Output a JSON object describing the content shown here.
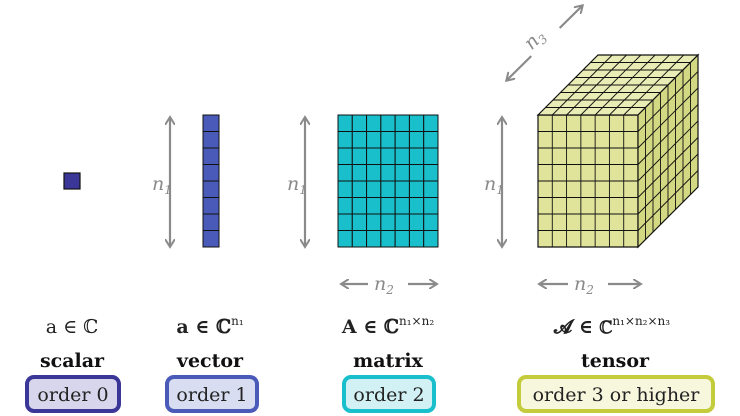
{
  "colors": {
    "scalar": "#3b3799",
    "vector": "#4a5ab8",
    "matrix": "#19c0cc",
    "tensor": "#dfe49a",
    "arrow": "#8a8a8a"
  },
  "objects": [
    {
      "id": "scalar",
      "math": "a ∈ ℂ",
      "name": "scalar",
      "order": "order 0",
      "badge_fill": "#d8d6ec",
      "badge_border": "#3b3799"
    },
    {
      "id": "vector",
      "math_base": "a ∈ ℂ",
      "math_sup": "n₁",
      "name": "vector",
      "order": "order 1",
      "badge_fill": "#d9ddf2",
      "badge_border": "#4a5ab8"
    },
    {
      "id": "matrix",
      "math_base": "A ∈ ℂ",
      "math_sup": "n₁×n₂",
      "name": "matrix",
      "order": "order 2",
      "badge_fill": "#d2f1f4",
      "badge_border": "#19c0cc"
    },
    {
      "id": "tensor",
      "math_base": "𝓐 ∈ ℂ",
      "math_sup": "n₁×n₂×n₃",
      "name": "tensor",
      "order": "order 3 or higher",
      "badge_fill": "#f6f7dd",
      "badge_border": "#c4cc3c"
    }
  ],
  "dims": {
    "n1": "n",
    "n1_sub": "1",
    "n2": "n",
    "n2_sub": "2",
    "n3": "n",
    "n3_sub": "3"
  },
  "grids": {
    "vector_rows": 8,
    "matrix_rows": 8,
    "matrix_cols": 7,
    "tensor_rows": 8,
    "tensor_cols": 7,
    "tensor_depth": 8
  }
}
